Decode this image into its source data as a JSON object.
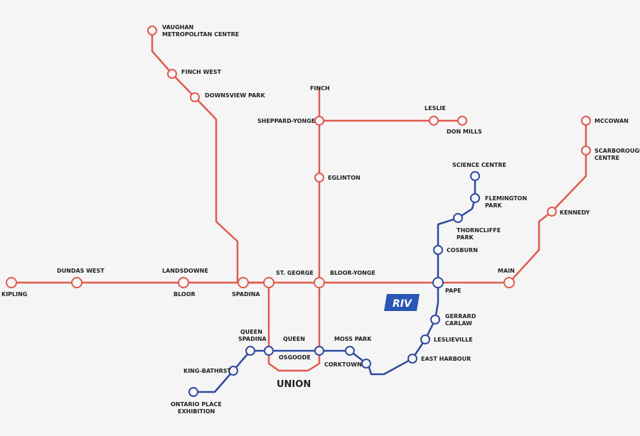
{
  "colors": {
    "red_line": "#e05a4f",
    "blue_line": "#2f4aa0",
    "background": "#f5f5f5",
    "logo_bg": "#2a57b5"
  },
  "logo": {
    "text": "RIV",
    "icon": "riv-logo-icon"
  },
  "stations": {
    "vaughan_a": "VAUGHAN",
    "vaughan_b": "METROPOLITAN CENTRE",
    "finch_west": "FINCH WEST",
    "downsview_park": "DOWNSVIEW PARK",
    "finch": "FINCH",
    "sheppard_yonge": "SHEPPARD-YONGE",
    "leslie": "LESLIE",
    "don_mills": "DON MILLS",
    "eglinton": "EGLINTON",
    "mccowan": "MCCOWAN",
    "scarborough_a": "SCARBOROUGH",
    "scarborough_b": "CENTRE",
    "science_centre": "SCIENCE CENTRE",
    "flemington_a": "FLEMINGTON",
    "flemington_b": "PARK",
    "kennedy": "KENNEDY",
    "thorncliffe_a": "THORNCLIFFE",
    "thorncliffe_b": "PARK",
    "cosburn": "COSBURN",
    "kipling": "KIPLING",
    "dundas_west": "DUNDAS WEST",
    "landsdowne": "LANDSDOWNE",
    "bloor": "BLOOR",
    "spadina": "SPADINA",
    "st_george": "ST. GEORGE",
    "bloor_yonge": "BLOOR-YONGE",
    "main": "MAIN",
    "pape": "PAPE",
    "gerrard_a": "GERRARD",
    "gerrard_b": "CARLAW",
    "leslieville": "LESLIEVILLE",
    "east_harbour": "EAST HARBOUR",
    "queen_spadina_a": "QUEEN",
    "queen_spadina_b": "SPADINA",
    "queen": "QUEEN",
    "moss_park": "MOSS PARK",
    "osgoode": "OSGOODE",
    "corktown": "CORKTOWN",
    "king_bathrst": "KING-BATHRST",
    "union": "UNION",
    "ontario_a": "ONTARIO PLACE",
    "ontario_b": "EXHIBITION"
  }
}
